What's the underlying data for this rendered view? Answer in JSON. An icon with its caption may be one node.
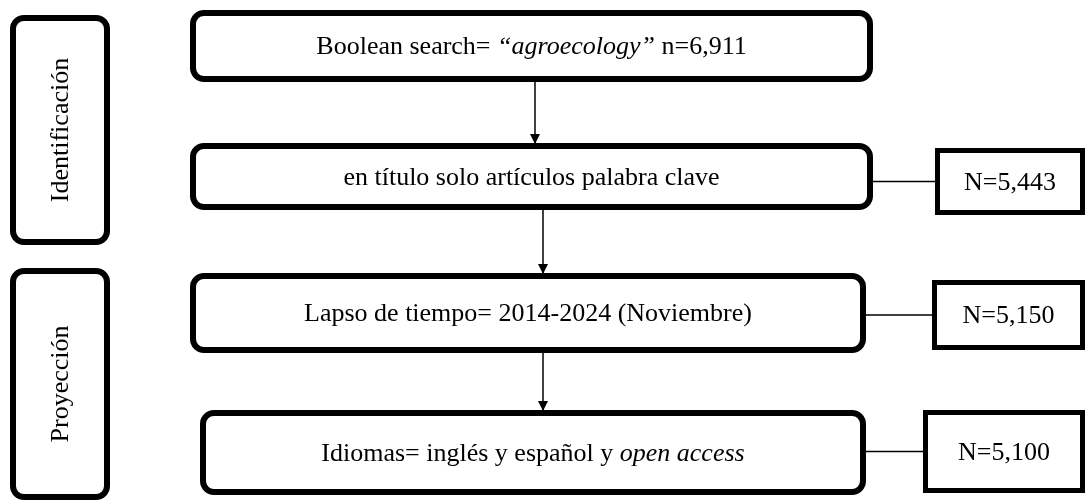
{
  "diagram": {
    "nodes": [
      {
        "text": [
          "Identificación"
        ]
      },
      {
        "text": [
          "Proyección"
        ]
      },
      {
        "text": [
          "Boolean search= *“agroecology”* n=6,911"
        ]
      },
      {
        "text": [
          "en título solo artículos palabra clave"
        ]
      },
      {
        "text": [
          "N=5,443"
        ]
      },
      {
        "text": [
          "Lapso de tiempo= 2014-2024 (Noviembre)"
        ]
      },
      {
        "text": [
          "N=5,150"
        ]
      },
      {
        "text": [
          "Idiomas= inglés y español y *open access*"
        ]
      },
      {
        "text": [
          "N=5,100"
        ]
      }
    ],
    "edges": [
      {
        "from": 2,
        "to": 3,
        "arrow": "to"
      },
      {
        "from": 3,
        "to": 5,
        "arrow": "to"
      },
      {
        "from": 5,
        "to": 7,
        "arrow": "to"
      },
      {
        "from": 3,
        "to": 4,
        "arrow": "none"
      },
      {
        "from": 5,
        "to": 6,
        "arrow": "none"
      },
      {
        "from": 7,
        "to": 8,
        "arrow": "none"
      }
    ]
  }
}
